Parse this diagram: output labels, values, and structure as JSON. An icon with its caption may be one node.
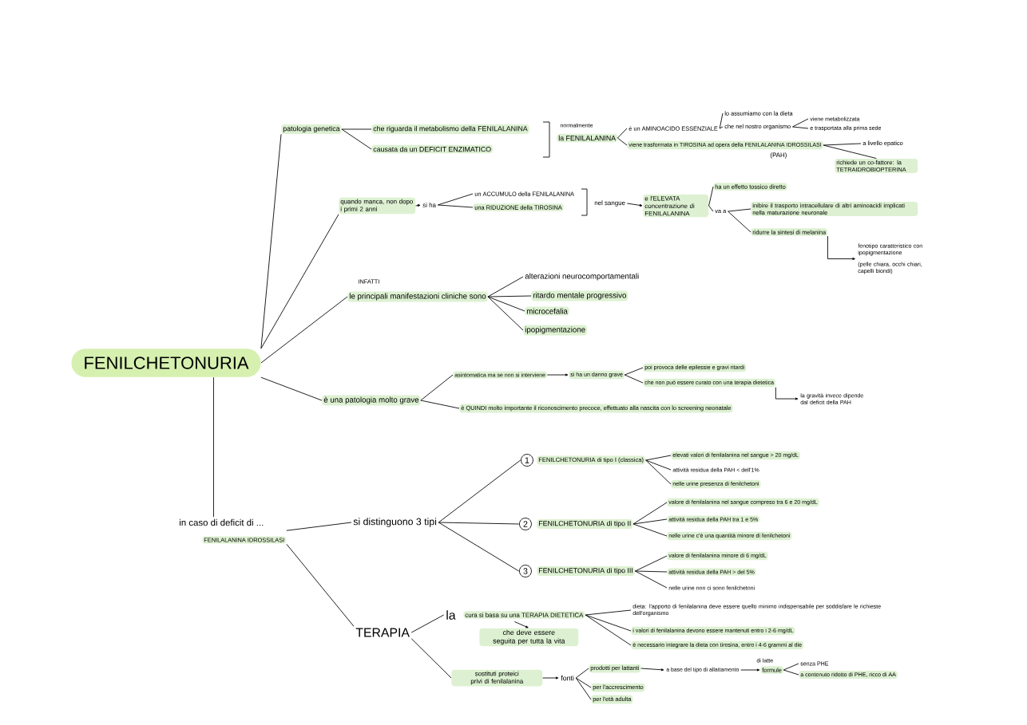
{
  "diagram": {
    "nodes": [
      {
        "text": [
          "FENILCHETONURIA"
        ]
      },
      {
        "text": [
          "patologia genetica"
        ]
      },
      {
        "text": [
          "che riguarda il metabolismo della FENILALANINA"
        ]
      },
      {
        "text": [
          "causata da un DEFICIT ENZIMATICO"
        ]
      },
      {
        "text": [
          "la FENILALANINA"
        ],
        "beside": [
          "normalmente"
        ]
      },
      {
        "text": [
          "è un AMINOACIDO ESSENZIALE"
        ]
      },
      {
        "text": [
          "lo assumiamo con la dieta"
        ]
      },
      {
        "text": [
          "che nel nostro organismo"
        ]
      },
      {
        "text": [
          "viene metabolizzata"
        ]
      },
      {
        "text": [
          "e trasportata alla prima sede"
        ]
      },
      {
        "text": [
          "viene trasformata in TIROSINA ad opera della FENILALANINA IDROSSILASI"
        ],
        "beside": [
          "(PAH)"
        ]
      },
      {
        "text": [
          "a livello epatico"
        ]
      },
      {
        "text": [
          "richiede un co-fattore: la TETRAIDROBIOPTERINA"
        ]
      },
      {
        "text": [
          "quando manca, non dopo i primi 2 anni"
        ]
      },
      {
        "text": [
          "si ha"
        ]
      },
      {
        "text": [
          "un ACCUMULO della FENILALANINA"
        ]
      },
      {
        "text": [
          "una RIDUZIONE della TIROSINA"
        ]
      },
      {
        "text": [
          "nel sangue"
        ]
      },
      {
        "text": [
          "e l'ELEVATA concentrazione di FENILALANINA"
        ]
      },
      {
        "text": [
          "ha un effetto tossico diretto"
        ]
      },
      {
        "text": [
          "va a"
        ]
      },
      {
        "text": [
          "inibire il trasporto intracellulare di altri aminoacidi implicati nella maturazione neuronale"
        ]
      },
      {
        "text": [
          "ridurre la sintesi di melanina"
        ]
      },
      {
        "text": [
          "fenotipo caratteristico con ipopigmentazione",
          "(pelle chiara, occhi chiari, capelli biondi)"
        ]
      },
      {
        "text": [
          "le principali manifestazioni cliniche sono"
        ],
        "beside": [
          "INFATTI"
        ]
      },
      {
        "text": [
          "alterazioni neurocomportamentali"
        ]
      },
      {
        "text": [
          "ritardo mentale progressivo"
        ]
      },
      {
        "text": [
          "microcefalia"
        ]
      },
      {
        "text": [
          "ipopigmentazione"
        ]
      },
      {
        "text": [
          "è una patologia molto grave"
        ]
      },
      {
        "text": [
          "asintomatica ma se non si interviene"
        ]
      },
      {
        "text": [
          "si ha un danno grave"
        ]
      },
      {
        "text": [
          "poi provoca delle epilessie e gravi ritardi"
        ]
      },
      {
        "text": [
          "che non può essere curato con una terapia dietetica"
        ]
      },
      {
        "text": [
          "la gravità invece dipende dal deficit della PAH"
        ]
      },
      {
        "text": [
          "è QUINDI molto importante il riconoscimento precoce, effettuato alla nascita con lo screening neonatale"
        ]
      },
      {
        "text": [
          "in caso di deficit di ...",
          "FENILALANINA IDROSSILASI"
        ]
      },
      {
        "text": [
          "si distinguono 3 tipi"
        ]
      },
      {
        "text": [
          "1",
          "FENILCHETONURIA di tipo I (classica)"
        ]
      },
      {
        "text": [
          "elevati valori di fenilalanina nel sangue > 20 mg/dL"
        ]
      },
      {
        "text": [
          "attività residua della PAH < dell'1%"
        ]
      },
      {
        "text": [
          "nelle urine presenza di fenilchetoni"
        ]
      },
      {
        "text": [
          "2",
          "FENILCHETONURIA di tipo II"
        ]
      },
      {
        "text": [
          "valore di fenilalanina nel sangue compreso tra 6 e 20 mg/dL"
        ]
      },
      {
        "text": [
          "attività residua della PAH tra 1 e 5%"
        ]
      },
      {
        "text": [
          "nelle urine c'è una quantità minore di fenilchetoni"
        ]
      },
      {
        "text": [
          "3",
          "FENILCHETONURIA di tipo III"
        ]
      },
      {
        "text": [
          "valore di fenilalanina minore di 6 mg/dL"
        ]
      },
      {
        "text": [
          "attività residua della PAH > del 5%"
        ]
      },
      {
        "text": [
          "nelle urine non ci sono fenilchetoni"
        ]
      },
      {
        "text": [
          "TERAPIA"
        ]
      },
      {
        "text": [
          "la",
          "cura si basa su una TERAPIA DIETETICA"
        ]
      },
      {
        "text": [
          "che deve essere seguita per tutta la vita"
        ]
      },
      {
        "text": [
          "dieta: l'apporto di fenilalanina deve essere quello minimo indispensabile per soddisfare le richieste dell'organismo"
        ]
      },
      {
        "text": [
          "i valori di fenilalanina devono essere mantenuti entro i 2-6 mg/dL"
        ]
      },
      {
        "text": [
          "è necessario integrare la dieta con tirosina, entro i 4-6 grammi al die"
        ]
      },
      {
        "text": [
          "sostituti proteici privi di fenilalanina"
        ]
      },
      {
        "text": [
          "fonti"
        ]
      },
      {
        "text": [
          "prodotti per lattanti"
        ]
      },
      {
        "text": [
          "a base del tipo di allattamento"
        ]
      },
      {
        "text": [
          "formule"
        ],
        "beside": [
          "di latte"
        ]
      },
      {
        "text": [
          "senza PHE"
        ]
      },
      {
        "text": [
          "a contenuto ridotto di PHE, ricco di AA"
        ]
      },
      {
        "text": [
          "per l'accrescimento"
        ]
      },
      {
        "text": [
          "per l'età adulta"
        ]
      }
    ],
    "edges": [
      {
        "from": 0,
        "to": 1,
        "arrow": "none"
      },
      {
        "from": 1,
        "to": 2,
        "arrow": "none"
      },
      {
        "from": 1,
        "to": 3,
        "arrow": "none"
      },
      {
        "from": 4,
        "to": 5,
        "arrow": "none"
      },
      {
        "from": 4,
        "to": 10,
        "arrow": "none"
      },
      {
        "from": 5,
        "to": 6,
        "arrow": "none"
      },
      {
        "from": 5,
        "to": 7,
        "arrow": "none"
      },
      {
        "from": 7,
        "to": 8,
        "arrow": "none"
      },
      {
        "from": 7,
        "to": 9,
        "arrow": "none"
      },
      {
        "from": 10,
        "to": 11,
        "arrow": "none"
      },
      {
        "from": 10,
        "to": 12,
        "arrow": "none"
      },
      {
        "from": 0,
        "to": 13,
        "arrow": "none"
      },
      {
        "from": 13,
        "to": 14,
        "arrow": "to"
      },
      {
        "from": 14,
        "to": 15,
        "arrow": "none"
      },
      {
        "from": 14,
        "to": 16,
        "arrow": "none"
      },
      {
        "from": 17,
        "to": 18,
        "arrow": "to"
      },
      {
        "from": 18,
        "to": 19,
        "arrow": "none"
      },
      {
        "from": 18,
        "to": 20,
        "arrow": "none"
      },
      {
        "from": 20,
        "to": 21,
        "arrow": "none"
      },
      {
        "from": 20,
        "to": 22,
        "arrow": "none"
      },
      {
        "from": 22,
        "to": 23,
        "arrow": "to"
      },
      {
        "from": 0,
        "to": 24,
        "arrow": "none"
      },
      {
        "from": 24,
        "to": 25,
        "arrow": "none"
      },
      {
        "from": 24,
        "to": 26,
        "arrow": "none"
      },
      {
        "from": 24,
        "to": 27,
        "arrow": "none"
      },
      {
        "from": 24,
        "to": 28,
        "arrow": "none"
      },
      {
        "from": 0,
        "to": 29,
        "arrow": "none"
      },
      {
        "from": 29,
        "to": 30,
        "arrow": "none"
      },
      {
        "from": 30,
        "to": 31,
        "arrow": "to"
      },
      {
        "from": 31,
        "to": 32,
        "arrow": "none"
      },
      {
        "from": 31,
        "to": 33,
        "arrow": "none"
      },
      {
        "from": 33,
        "to": 34,
        "arrow": "to"
      },
      {
        "from": 29,
        "to": 35,
        "arrow": "none"
      },
      {
        "from": 0,
        "to": 36,
        "arrow": "none"
      },
      {
        "from": 36,
        "to": 37,
        "arrow": "none"
      },
      {
        "from": 37,
        "to": 38,
        "arrow": "none"
      },
      {
        "from": 38,
        "to": 39,
        "arrow": "none"
      },
      {
        "from": 38,
        "to": 40,
        "arrow": "none"
      },
      {
        "from": 38,
        "to": 41,
        "arrow": "none"
      },
      {
        "from": 37,
        "to": 42,
        "arrow": "none"
      },
      {
        "from": 42,
        "to": 43,
        "arrow": "none"
      },
      {
        "from": 42,
        "to": 44,
        "arrow": "none"
      },
      {
        "from": 42,
        "to": 45,
        "arrow": "none"
      },
      {
        "from": 37,
        "to": 46,
        "arrow": "none"
      },
      {
        "from": 46,
        "to": 47,
        "arrow": "none"
      },
      {
        "from": 46,
        "to": 48,
        "arrow": "none"
      },
      {
        "from": 46,
        "to": 49,
        "arrow": "none"
      },
      {
        "from": 36,
        "to": 50,
        "arrow": "none"
      },
      {
        "from": 50,
        "to": 51,
        "arrow": "none"
      },
      {
        "from": 51,
        "to": 52,
        "arrow": "to"
      },
      {
        "from": 51,
        "to": 53,
        "arrow": "none"
      },
      {
        "from": 51,
        "to": 54,
        "arrow": "none"
      },
      {
        "from": 51,
        "to": 55,
        "arrow": "none"
      },
      {
        "from": 50,
        "to": 56,
        "arrow": "none"
      },
      {
        "from": 56,
        "to": 57,
        "arrow": "to"
      },
      {
        "from": 57,
        "to": 58,
        "arrow": "none"
      },
      {
        "from": 58,
        "to": 59,
        "arrow": "to"
      },
      {
        "from": 59,
        "to": 60,
        "arrow": "to"
      },
      {
        "from": 60,
        "to": 61,
        "arrow": "none"
      },
      {
        "from": 60,
        "to": 62,
        "arrow": "none"
      },
      {
        "from": 57,
        "to": 63,
        "arrow": "none"
      },
      {
        "from": 57,
        "to": 64,
        "arrow": "none"
      }
    ]
  }
}
